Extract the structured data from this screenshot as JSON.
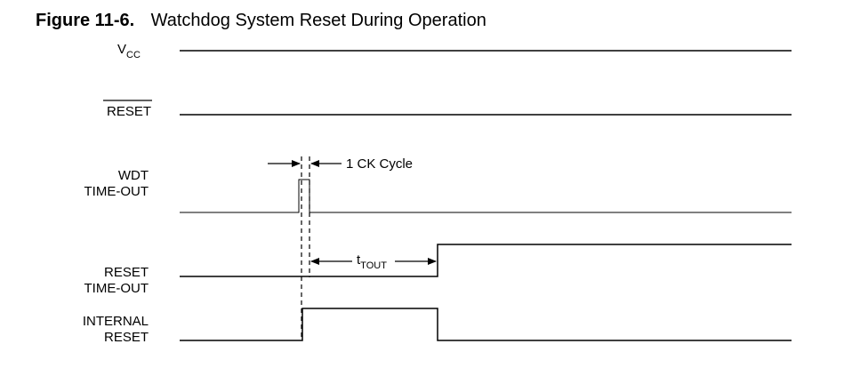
{
  "figure": {
    "number": "Figure 11-6.",
    "title": "Watchdog System Reset During Operation"
  },
  "signals": {
    "vcc": {
      "main": "V",
      "sub": "CC"
    },
    "reset": {
      "text": "RESET",
      "overbar": true
    },
    "wdt_timeout": {
      "line1": "WDT",
      "line2": "TIME-OUT"
    },
    "reset_timeout": {
      "line1": "RESET",
      "line2": "TIME-OUT"
    },
    "internal_reset": {
      "line1": "INTERNAL",
      "line2": "RESET"
    }
  },
  "annotations": {
    "ck_cycle": "1 CK Cycle",
    "ttout": {
      "main": "t",
      "sub": "TOUT"
    }
  },
  "colors": {
    "ink": "#000000",
    "background": "#ffffff"
  }
}
